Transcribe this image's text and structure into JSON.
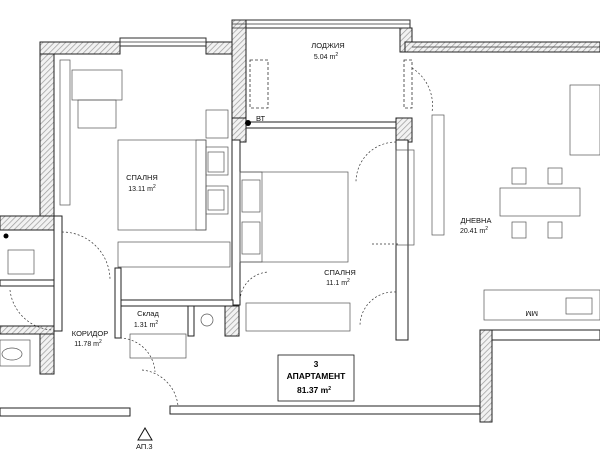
{
  "rooms": {
    "loggia": {
      "name": "ЛОДЖИЯ",
      "area": "5.04 m",
      "unit_exp": "2"
    },
    "bedroom1": {
      "name": "СПАЛНЯ",
      "area": "13.11 m",
      "unit_exp": "2"
    },
    "bedroom2": {
      "name": "СПАЛНЯ",
      "area": "11.1 m",
      "unit_exp": "2"
    },
    "living": {
      "name": "ДНЕВНА",
      "area": "20.41 m",
      "unit_exp": "2"
    },
    "corridor": {
      "name": "КОРИДОР",
      "area": "11.78 m",
      "unit_exp": "2"
    },
    "storage": {
      "name": "Склад",
      "area": "1.31 m",
      "unit_exp": "2"
    }
  },
  "apartment": {
    "number": "3",
    "title": "АПАРТАМЕНТ",
    "area": "81.37 m",
    "unit_exp": "2"
  },
  "markers": {
    "bt": "ВТ",
    "entrance": "АП.3",
    "appliance": "MM"
  },
  "colors": {
    "wall_hatch": "#999999",
    "furniture": "#555555",
    "background": "#ffffff"
  }
}
